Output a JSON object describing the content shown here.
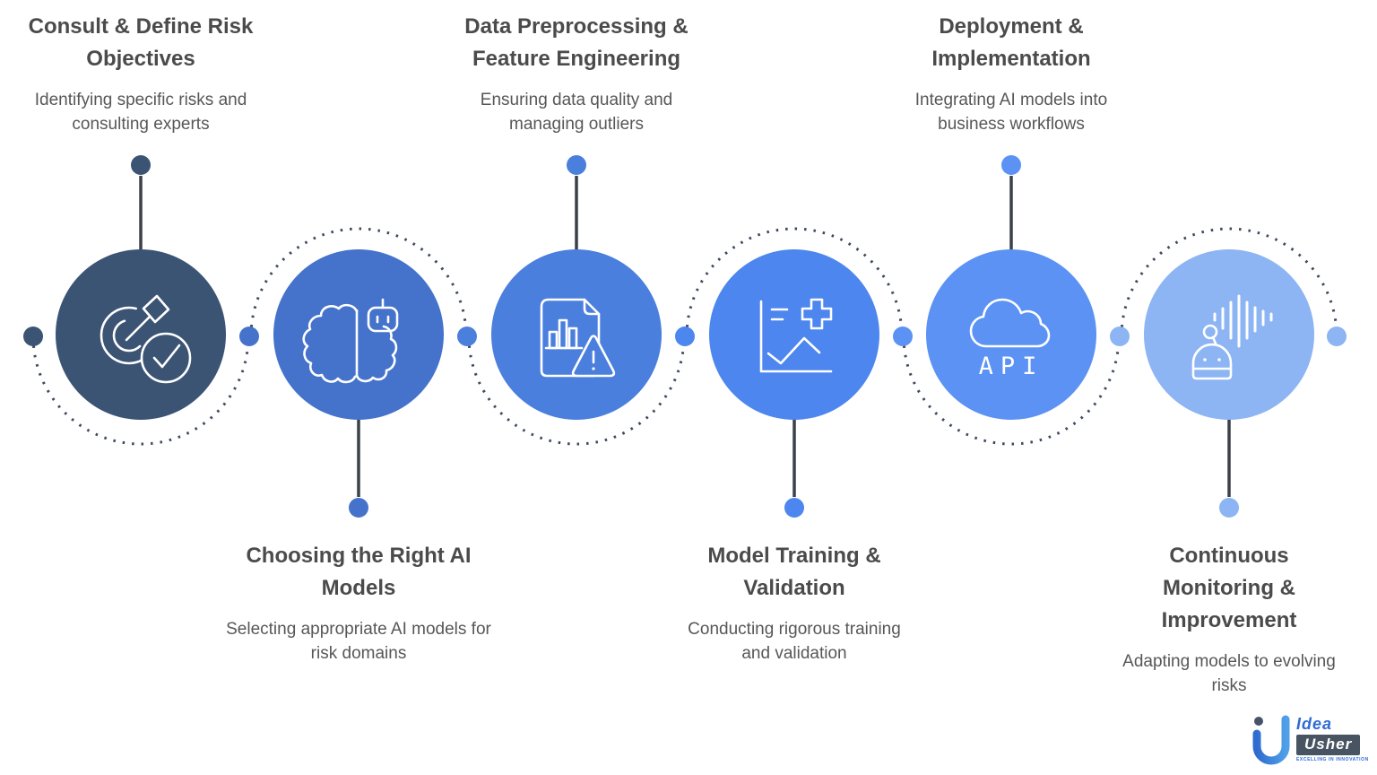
{
  "palette": {
    "background": "#ffffff",
    "title_color": "#4B4B4B",
    "subtitle_color": "#575757",
    "connector_line_color": "#3A4148",
    "dashed_arc_color": "#3E4A5E",
    "icon_stroke": "#ffffff"
  },
  "steps": [
    {
      "title": "Consult & Define Risk Objectives",
      "subtitle": "Identifying specific risks and consulting experts",
      "position": "top",
      "circle_color": "#3C5474",
      "icon": "target-arrow-check-icon"
    },
    {
      "title": "Choosing the Right AI Models",
      "subtitle": "Selecting appropriate AI models for risk domains",
      "position": "bottom",
      "circle_color": "#4573CB",
      "icon": "brain-robot-icon"
    },
    {
      "title": "Data Preprocessing & Feature Engineering",
      "subtitle": "Ensuring data quality and managing outliers",
      "position": "top",
      "circle_color": "#4B7FDD",
      "icon": "document-chart-warning-icon"
    },
    {
      "title": "Model Training & Validation",
      "subtitle": "Conducting rigorous training and validation",
      "position": "bottom",
      "circle_color": "#4C86EE",
      "icon": "chart-plus-icon"
    },
    {
      "title": "Deployment & Implementation",
      "subtitle": "Integrating AI models into business workflows",
      "position": "top",
      "circle_color": "#5B92F4",
      "icon": "cloud-api-icon",
      "icon_text": "API"
    },
    {
      "title": "Continuous Monitoring & Improvement",
      "subtitle": "Adapting models to evolving risks",
      "position": "bottom",
      "circle_color": "#8DB4F3",
      "icon": "robot-voice-icon"
    }
  ],
  "mid_dots": [
    {
      "color": "#3C5474"
    },
    {
      "color": "#4573CB"
    },
    {
      "color": "#4B7FDD"
    },
    {
      "color": "#4C86EE"
    },
    {
      "color": "#5B92F4"
    },
    {
      "color": "#8DB4F3"
    },
    {
      "color": "#8DB4F3"
    }
  ],
  "logo": {
    "brand_top": "Idea",
    "brand_bottom": "Usher",
    "tagline": "EXCELLING IN INNOVATION",
    "accent_color": "#2E6BD3",
    "box_color": "#495462"
  }
}
